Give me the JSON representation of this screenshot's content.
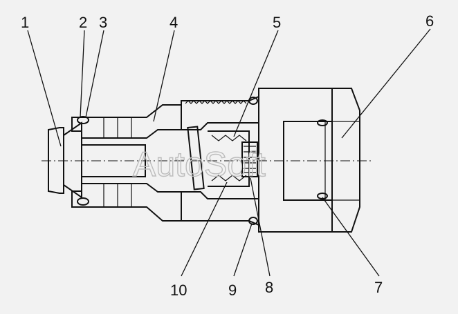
{
  "diagram": {
    "callouts": [
      {
        "id": "callout-1",
        "text": "1"
      },
      {
        "id": "callout-2",
        "text": "2"
      },
      {
        "id": "callout-3",
        "text": "3"
      },
      {
        "id": "callout-4",
        "text": "4"
      },
      {
        "id": "callout-5",
        "text": "5"
      },
      {
        "id": "callout-6",
        "text": "6"
      },
      {
        "id": "callout-7",
        "text": "7"
      },
      {
        "id": "callout-8",
        "text": "8"
      },
      {
        "id": "callout-9",
        "text": "9"
      },
      {
        "id": "callout-10",
        "text": "10"
      }
    ],
    "watermark": "AutoSoft"
  }
}
